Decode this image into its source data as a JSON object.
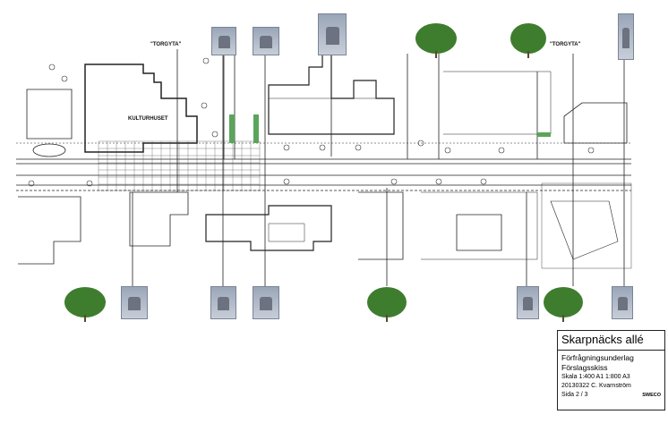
{
  "plan": {
    "labels": {
      "torgyta_left": "\"TORGYTA\"",
      "torgyta_right": "\"TORGYTA\"",
      "kulturhuset": "KULTURHUSET"
    }
  },
  "title_block": {
    "title": "Skarpnäcks allé",
    "line1": "Förfrågningsunderlag",
    "line2": "Förslagsskiss",
    "scale": "Skala 1:400 A1  1:800 A3",
    "date_author": "20130322  C. Kvarnström",
    "page": "Sida 2 / 3",
    "logo": "SWECO"
  },
  "colors": {
    "line": "#222222",
    "green": "#5aa55a",
    "tree": "#3e7d2e"
  }
}
